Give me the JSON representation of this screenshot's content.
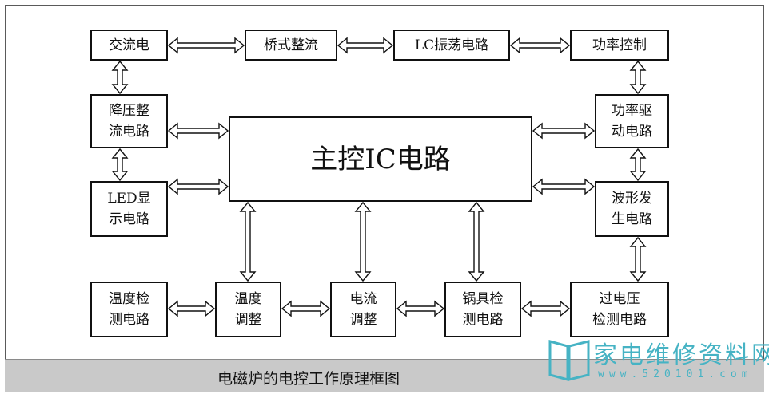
{
  "diagram": {
    "main": "主控IC电路",
    "top_row": [
      "交流电",
      "桥式整流",
      "LC振荡电路",
      "功率控制"
    ],
    "left_col": [
      "降压整\n流电路",
      "LED显\n示电路"
    ],
    "right_col": [
      "功率驱\n动电路",
      "波形发\n生电路"
    ],
    "bottom_row": [
      "温度检\n测电路",
      "温度\n调整",
      "电流\n调整",
      "锅具检\n测电路",
      "过电压\n检测电路"
    ]
  },
  "caption": "电磁炉的电控工作原理框图",
  "watermark": {
    "name": "家电维修资料网",
    "url": "www.520101.com",
    "color": "#46b3c4"
  },
  "colors": {
    "line": "#111111",
    "caption_bg": "#c9c9c9"
  }
}
